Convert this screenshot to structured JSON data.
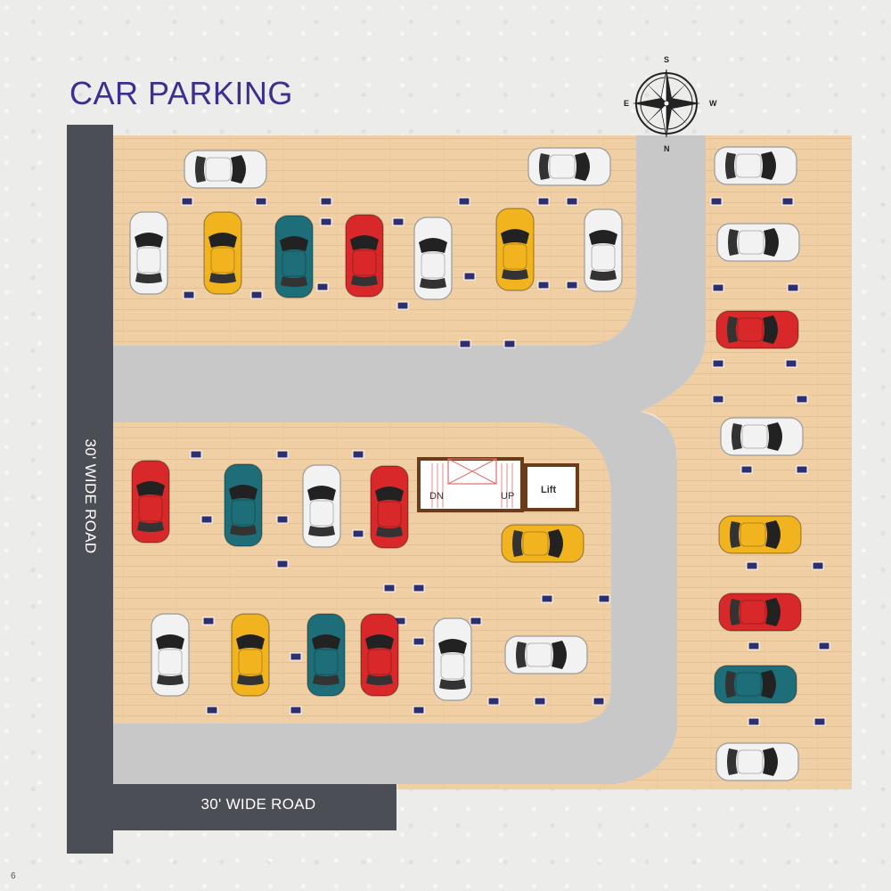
{
  "title": "CAR PARKING",
  "page_number": "6",
  "roads": {
    "vertical_label": "30' WIDE ROAD",
    "horizontal_label": "30' WIDE ROAD"
  },
  "building": {
    "stair_down": "DN",
    "stair_up": "UP",
    "lift": "Lift"
  },
  "compass": {
    "north": "N",
    "south": "S",
    "east": "E",
    "west": "W"
  },
  "colors": {
    "title": "#3b2f8f",
    "road": "#4b4f55",
    "driveway": "#c8c8c8",
    "floor": "#f0cfa4",
    "car_red": "#d8282a",
    "car_yellow": "#f2b41e",
    "car_teal": "#1d6e78",
    "car_white": "#f2f2f2"
  },
  "cars": [
    {
      "color": "white"
    },
    {
      "color": "white"
    },
    {
      "color": "white"
    },
    {
      "color": "yellow"
    },
    {
      "color": "teal"
    },
    {
      "color": "red"
    },
    {
      "color": "white"
    },
    {
      "color": "yellow"
    },
    {
      "color": "white"
    },
    {
      "color": "white"
    },
    {
      "color": "white"
    },
    {
      "color": "red"
    },
    {
      "color": "white"
    },
    {
      "color": "yellow"
    },
    {
      "color": "red"
    },
    {
      "color": "teal"
    },
    {
      "color": "white"
    },
    {
      "color": "red"
    },
    {
      "color": "teal"
    },
    {
      "color": "white"
    },
    {
      "color": "red"
    },
    {
      "color": "yellow"
    },
    {
      "color": "white"
    },
    {
      "color": "yellow"
    },
    {
      "color": "teal"
    },
    {
      "color": "red"
    },
    {
      "color": "white"
    },
    {
      "color": "white"
    }
  ]
}
